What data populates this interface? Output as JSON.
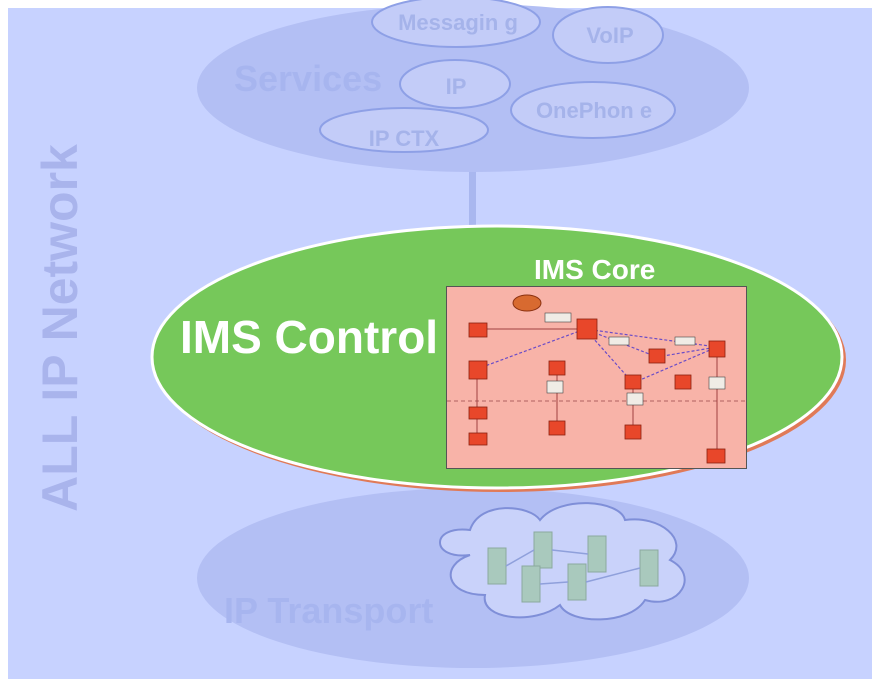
{
  "diagram": {
    "vertical_title": "ALL IP Network",
    "services": {
      "label": "Services",
      "items": [
        "Messagin g",
        "VoIP",
        "IP",
        "OnePhon e",
        "IP CTX"
      ]
    },
    "ims": {
      "control_label": "IMS Control",
      "core_label": "IMS Core"
    },
    "transport": {
      "label": "IP Transport"
    }
  },
  "colors": {
    "background": "#c7d2ff",
    "ellipse_light": "#b3bff4",
    "ims_green": "#76c85a",
    "core_pink": "#f8b3a8",
    "node_orange": "#e8472a"
  }
}
